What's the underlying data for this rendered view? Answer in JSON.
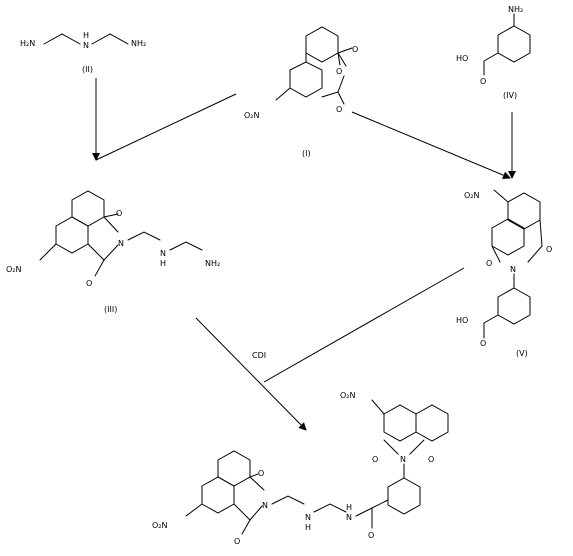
{
  "atoms": {
    "H2N": "H₂N",
    "NH2": "NH₂",
    "NH": "N",
    "H": "H",
    "O": "O",
    "O2N": "O₂N",
    "N": "N",
    "HO": "HO"
  },
  "compounds": {
    "I": "(I)",
    "II": "(II)",
    "III": "(III)",
    "IV": "(IV)",
    "V": "(V)"
  },
  "reagent": "CDI"
}
